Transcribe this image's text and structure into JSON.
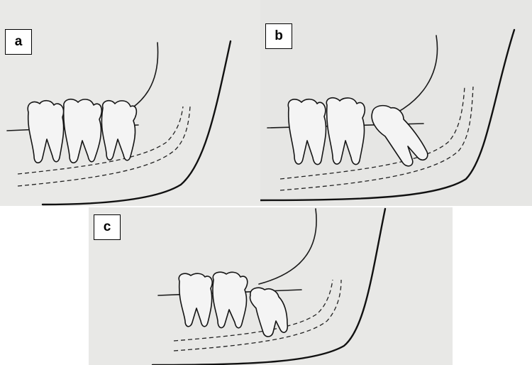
{
  "panels": [
    {
      "label": "a"
    },
    {
      "label": "b"
    },
    {
      "label": "c"
    }
  ],
  "colors": {
    "paper": "#e8e8e6",
    "ink": "#1a1a1a",
    "label_bg": "#ffffff"
  }
}
